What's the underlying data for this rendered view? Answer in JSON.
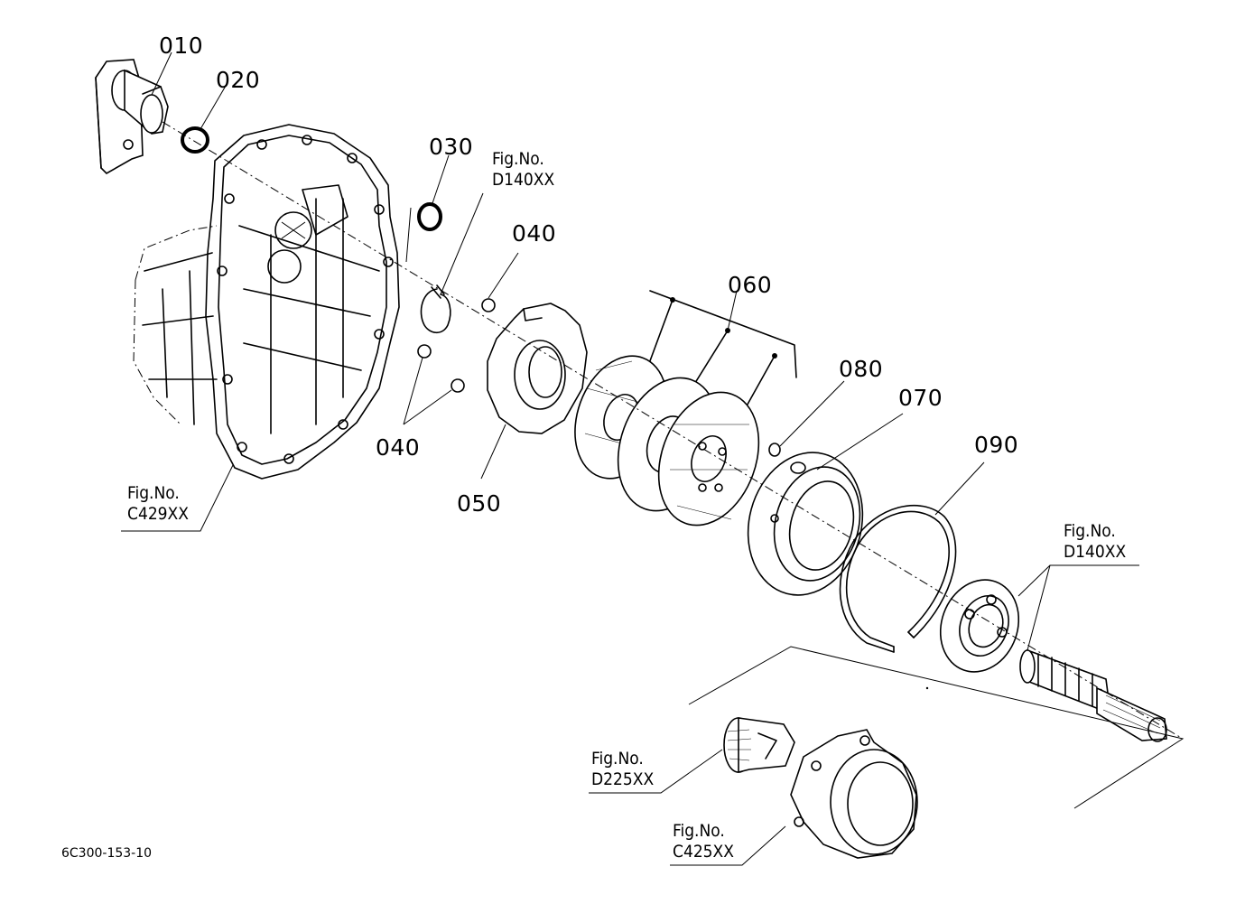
{
  "diagram": {
    "drawing_code": "6C300-153-10",
    "callouts": [
      {
        "id": "010",
        "text": "010"
      },
      {
        "id": "020",
        "text": "020"
      },
      {
        "id": "030",
        "text": "030"
      },
      {
        "id": "040a",
        "text": "040"
      },
      {
        "id": "040b",
        "text": "040"
      },
      {
        "id": "050",
        "text": "050"
      },
      {
        "id": "060",
        "text": "060"
      },
      {
        "id": "070",
        "text": "070"
      },
      {
        "id": "080",
        "text": "080"
      },
      {
        "id": "090",
        "text": "090"
      }
    ],
    "figure_refs": [
      {
        "id": "d140-top",
        "line1": "Fig.No.",
        "line2": "D140XX"
      },
      {
        "id": "c429",
        "line1": "Fig.No.",
        "line2": "C429XX"
      },
      {
        "id": "d140-right",
        "line1": "Fig.No.",
        "line2": "D140XX"
      },
      {
        "id": "d225",
        "line1": "Fig.No.",
        "line2": "D225XX"
      },
      {
        "id": "c425",
        "line1": "Fig.No.",
        "line2": "C425XX"
      }
    ]
  }
}
